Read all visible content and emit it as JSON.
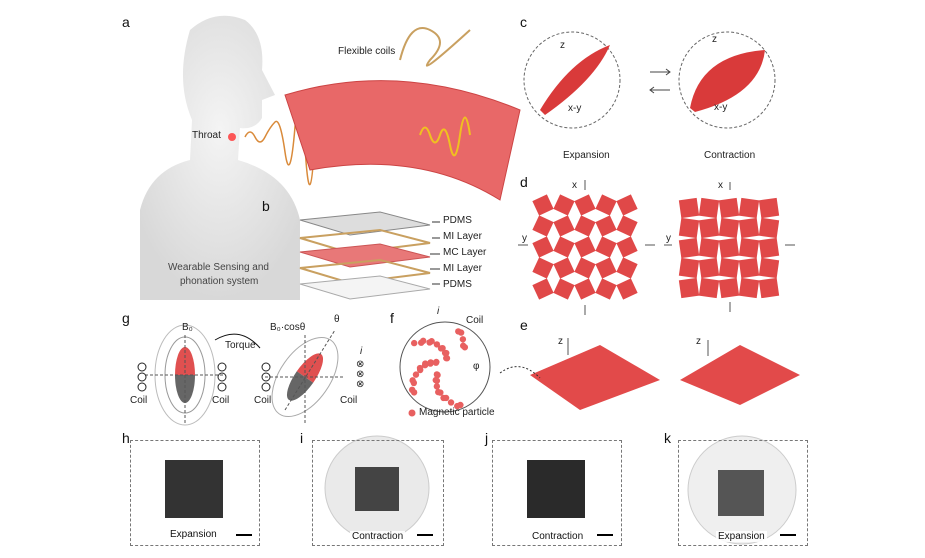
{
  "panels": {
    "a": "a",
    "b": "b",
    "c": "c",
    "d": "d",
    "e": "e",
    "f": "f",
    "g": "g",
    "h": "h",
    "i": "i",
    "j": "j",
    "k": "k"
  },
  "a": {
    "flexible_coils": "Flexible coils",
    "throat": "Throat",
    "system_line1": "Wearable Sensing and",
    "system_line2": "phonation system"
  },
  "b": {
    "layers": [
      "PDMS",
      "MI Layer",
      "MC Layer",
      "MI Layer",
      "PDMS"
    ]
  },
  "c": {
    "z": "z",
    "xy": "x-y",
    "expansion": "Expansion",
    "contraction": "Contraction"
  },
  "d": {
    "x": "x",
    "y": "y"
  },
  "e": {
    "z": "z"
  },
  "g": {
    "b0": "B₀",
    "torque": "Torque",
    "b0cos": "B₀·cosθ",
    "theta": "θ",
    "coil": "Coil",
    "i": "i"
  },
  "f": {
    "coil": "Coil",
    "i": "i",
    "phi": "φ",
    "legend": "Magnetic particle"
  },
  "photos": [
    {
      "caption": "Expansion"
    },
    {
      "caption": "Contraction"
    },
    {
      "caption": "Contraction"
    },
    {
      "caption": "Expansion"
    }
  ],
  "colors": {
    "red": "#e04848",
    "dark": "#555555"
  }
}
